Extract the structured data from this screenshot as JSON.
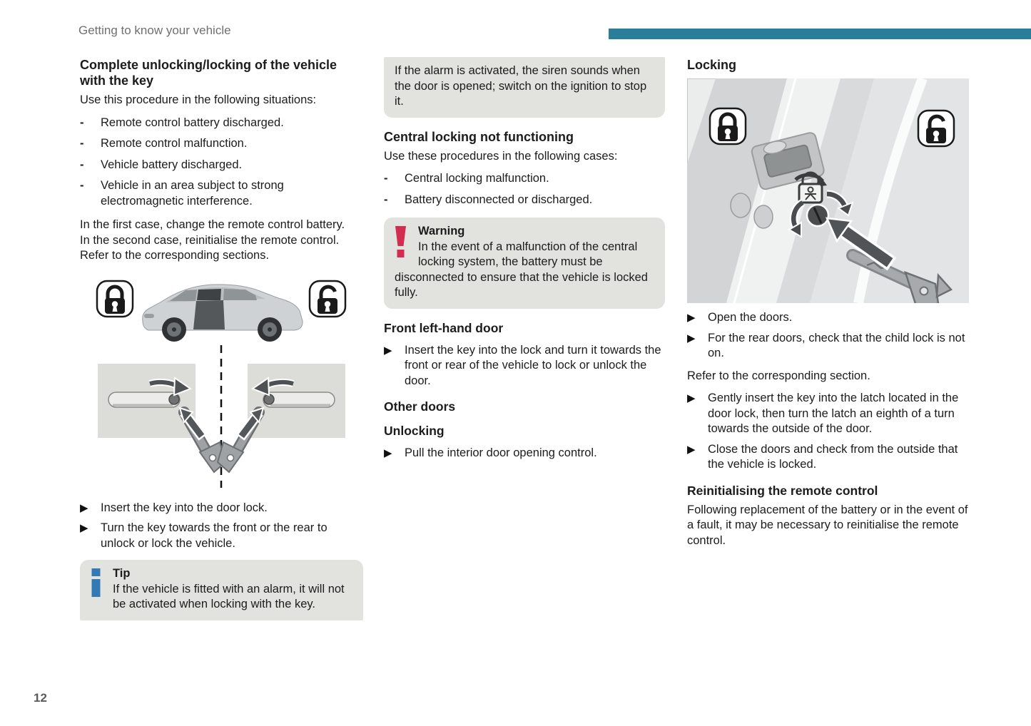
{
  "header": {
    "title": "Getting to know your vehicle",
    "accent_color": "#2b7e99",
    "page_number": "12"
  },
  "icons": {
    "list_marker": "-",
    "step_marker": "▶",
    "tip": "info-i-icon",
    "warning": "exclamation-icon",
    "lock_closed": "closed-padlock-icon",
    "lock_open": "open-padlock-icon"
  },
  "col1": {
    "heading": "Complete unlocking/locking of the vehicle with the key",
    "intro": "Use this procedure in the following situations:",
    "situations": [
      "Remote control battery discharged.",
      "Remote control malfunction.",
      "Vehicle battery discharged.",
      "Vehicle in an area subject to strong electromagnetic interference."
    ],
    "para1": "In the first case, change the remote control battery.",
    "para2": "In the second case, reinitialise the remote control.",
    "para3": "Refer to the corresponding sections.",
    "steps": [
      "Insert the key into the door lock.",
      "Turn the key towards the front or the rear to unlock or lock the vehicle."
    ],
    "tip": {
      "title": "Tip",
      "text": "If the vehicle is fitted with an alarm, it will not be activated when locking with the key."
    }
  },
  "col2": {
    "alarm_note": "If the alarm is activated, the siren sounds when the door is opened; switch on the ignition to stop it.",
    "heading": "Central locking not functioning",
    "intro": "Use these procedures in the following cases:",
    "cases": [
      "Central locking malfunction.",
      "Battery disconnected or discharged."
    ],
    "warning": {
      "title": "Warning",
      "text": "In the event of a malfunction of the central locking system, the battery must be disconnected to ensure that the vehicle is locked fully."
    },
    "sub1": "Front left-hand door",
    "step1": "Insert the key into the lock and turn it towards the front or rear of the vehicle to lock or unlock the door.",
    "sub2": "Other doors",
    "sub3": "Unlocking",
    "step2": "Pull the interior door opening control."
  },
  "col3": {
    "heading": "Locking",
    "steps1": [
      "Open the doors.",
      "For the rear doors, check that the child lock is not on."
    ],
    "para1": "Refer to the corresponding section.",
    "steps2": [
      "Gently insert the key into the latch located in the door lock, then turn the latch an eighth of a turn towards the outside of the door.",
      "Close the doors and check from the outside that the vehicle is locked."
    ],
    "sub": "Reinitialising the remote control",
    "para2": "Following replacement of the battery or in the event of a fault, it may be necessary to reinitialise the remote control."
  }
}
